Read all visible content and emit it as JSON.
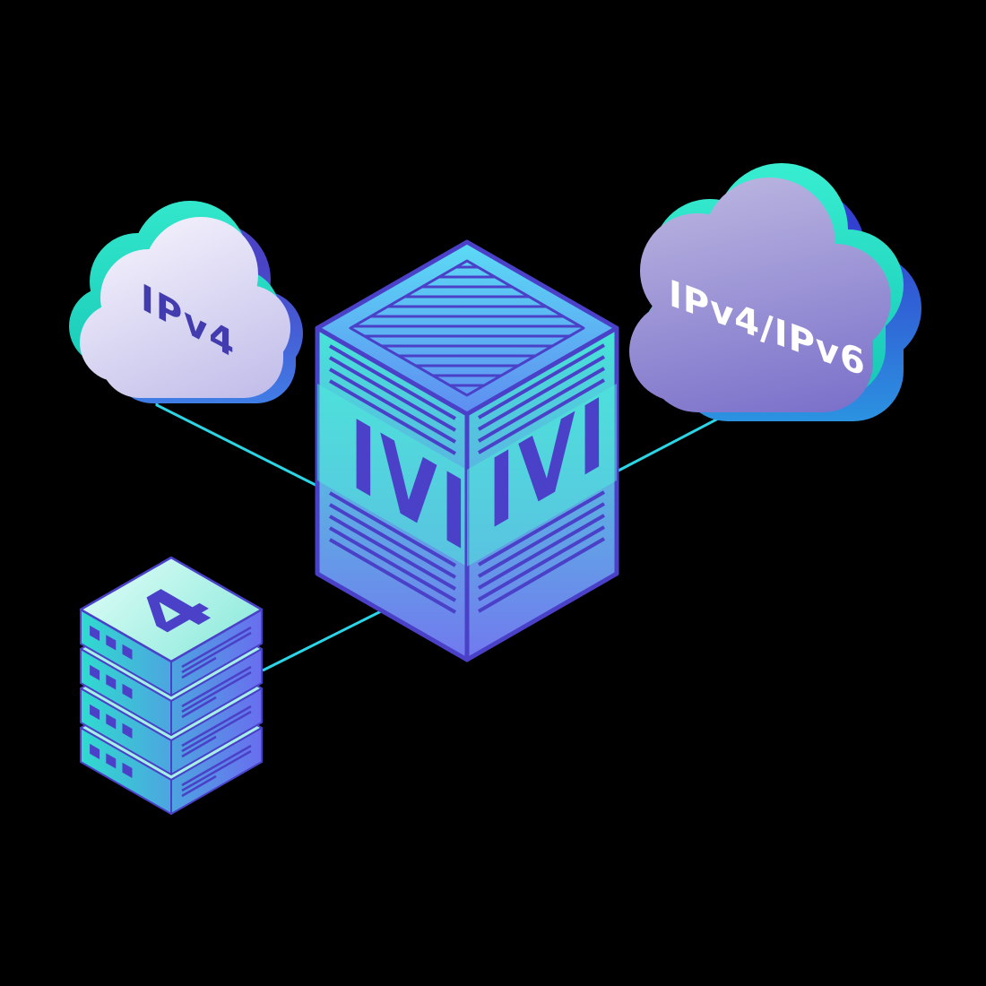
{
  "diagram": {
    "left_cloud": {
      "label": "IPv4"
    },
    "right_cloud": {
      "label": "IPv4/IPv6"
    },
    "translator_cube": {
      "left_face_label": "IVI",
      "right_face_label": "IVI"
    },
    "server_stack": {
      "top_label": "4",
      "slab_count": 4
    },
    "colors": {
      "background": "#000000",
      "connector_cyan": "#2bd5e6",
      "outline_indigo": "#4a41c8",
      "teal_accent": "#2de8c8",
      "blue_accent": "#2f6fd9",
      "cloud_left_fill": "#dcd9f2",
      "cloud_right_fill": "#8d85d3",
      "cube_teal": "#47e5d7",
      "cube_indigo": "#7278ef"
    }
  }
}
